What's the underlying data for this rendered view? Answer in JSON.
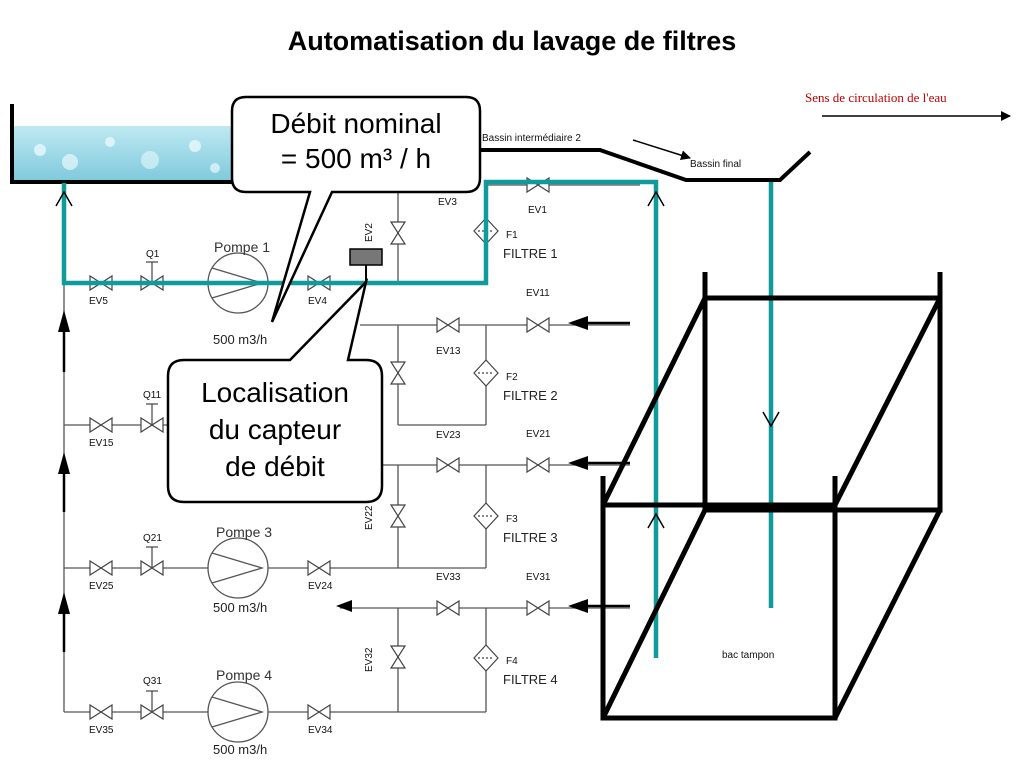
{
  "title": "Automatisation du lavage de filtres",
  "legend": {
    "text": "Sens de circulation de l'eau"
  },
  "basins": {
    "intermediaire_2": "Bassin intermédiaire 2",
    "final": "Bassin final",
    "bac_tampon": "bac tampon"
  },
  "callouts": {
    "debit_line1": "Débit nominal",
    "debit_line2": "= 500 m³ / h",
    "capteur_line1": "Localisation",
    "capteur_line2": "du capteur",
    "capteur_line3": "de débit"
  },
  "pumps": [
    {
      "name": "Pompe 1",
      "flow": "500 m3/h"
    },
    {
      "name": "Pompe 3",
      "flow": "500 m3/h"
    },
    {
      "name": "Pompe 4",
      "flow": "500 m3/h"
    }
  ],
  "filters": [
    {
      "tag": "F1",
      "name": "FILTRE 1"
    },
    {
      "tag": "F2",
      "name": "FILTRE 2"
    },
    {
      "tag": "F3",
      "name": "FILTRE 3"
    },
    {
      "tag": "F4",
      "name": "FILTRE 4"
    }
  ],
  "valves": {
    "ev1": "EV1",
    "ev2": "EV2",
    "ev3": "EV3",
    "ev4": "EV4",
    "ev5": "EV5",
    "ev11": "EV11",
    "ev13": "EV13",
    "ev15": "EV15",
    "ev21": "EV21",
    "ev22": "EV22",
    "ev23": "EV23",
    "ev24": "EV24",
    "ev25": "EV25",
    "ev31": "EV31",
    "ev32": "EV32",
    "ev33": "EV33",
    "ev34": "EV34",
    "ev35": "EV35",
    "q1": "Q1",
    "q11": "Q11",
    "q21": "Q21",
    "q31": "Q31"
  },
  "colors": {
    "teal": "#109a9a",
    "legend_red": "#c00000"
  }
}
